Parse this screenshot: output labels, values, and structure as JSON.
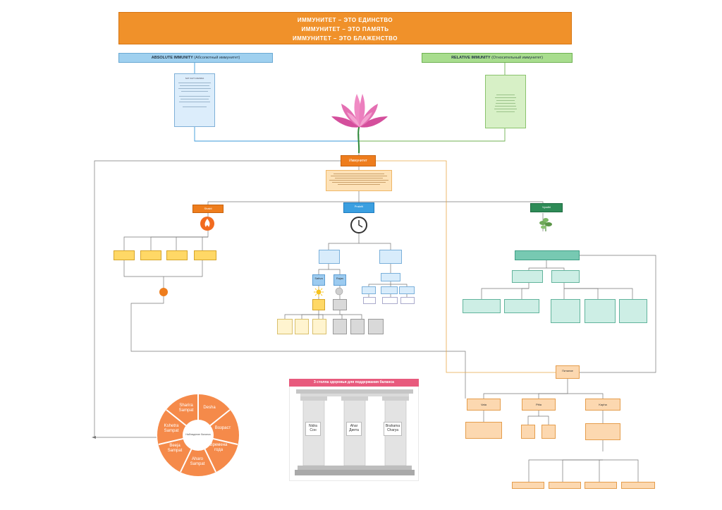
{
  "banner": {
    "line1": "ИММУНИТЕТ – ЭТО ЕДИНСТВО",
    "line2": "ИММУНИТЕТ – ЭТО ПАМЯТЬ",
    "line3": "ИММУНИТЕТ – ЭТО БЛАЖЕНСТВО"
  },
  "absolute": {
    "title": "ABSOLUTE IMMUNITY",
    "subtitle": "(Абсолютный иммунитет)"
  },
  "relative": {
    "title": "RELATIVE IMMUNITY",
    "subtitle": "(Относительный иммунитет)"
  },
  "notes": {
    "absolute_head": "SAT CHIT ANANDA"
  },
  "center": {
    "label": "Иммунитет"
  },
  "branches": {
    "left": "Shakti",
    "mid": "Prakriti",
    "right": "Vyadhi"
  },
  "timeline": {
    "lbl1": "Sattva",
    "lbl2": "Rajas"
  },
  "health_pillars": {
    "title": "3 столпа здоровья для поддержания баланса",
    "pillars": [
      {
        "top": "Nidra",
        "bottom": "Сон"
      },
      {
        "top": "Ahar",
        "bottom": "Диета"
      },
      {
        "top": "Brahama",
        "bottom": "Charya"
      }
    ]
  },
  "wheel": {
    "center": "Наблюдение баланса",
    "segments": [
      {
        "a": "Sharira",
        "b": "Sampat"
      },
      {
        "a": "Desha",
        "b": ""
      },
      {
        "a": "Возраст",
        "b": ""
      },
      {
        "a": "Времена",
        "b": "года"
      },
      {
        "a": "Aharo",
        "b": "Sampat"
      },
      {
        "a": "Beeja",
        "b": "Sampat"
      },
      {
        "a": "Kshetra",
        "b": "Sampat"
      }
    ]
  },
  "bottom_right": {
    "top": "Питание",
    "nodes": [
      "Vata",
      "Pitta",
      "Kapha"
    ],
    "leaves": [
      "",
      "",
      "",
      ""
    ]
  }
}
